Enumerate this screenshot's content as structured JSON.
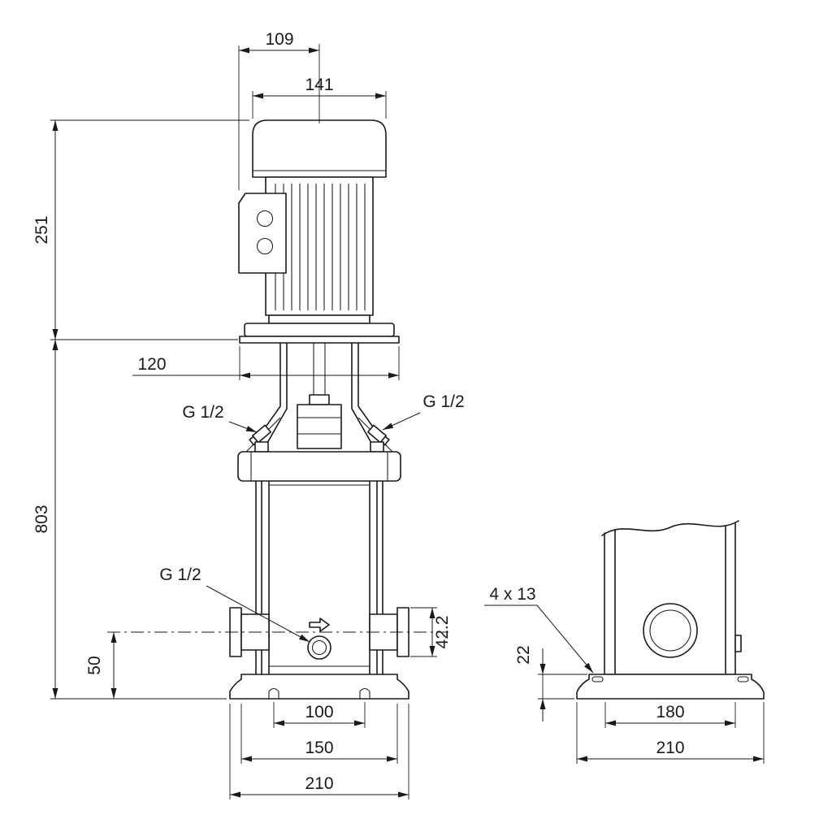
{
  "colors": {
    "line": "#1a1a1a",
    "background": "#ffffff"
  },
  "drawing": {
    "front": {
      "d109": "109",
      "d141": "141",
      "d251": "251",
      "d120": "120",
      "d803": "803",
      "vent_left": "G 1/2",
      "vent_right": "G 1/2",
      "drain": "G 1/2",
      "d42_2": "42.2",
      "d50": "50",
      "d100": "100",
      "d150": "150",
      "d210": "210"
    },
    "side": {
      "d4x13": "4 x 13",
      "d22": "22",
      "d180": "180",
      "d210": "210"
    }
  }
}
